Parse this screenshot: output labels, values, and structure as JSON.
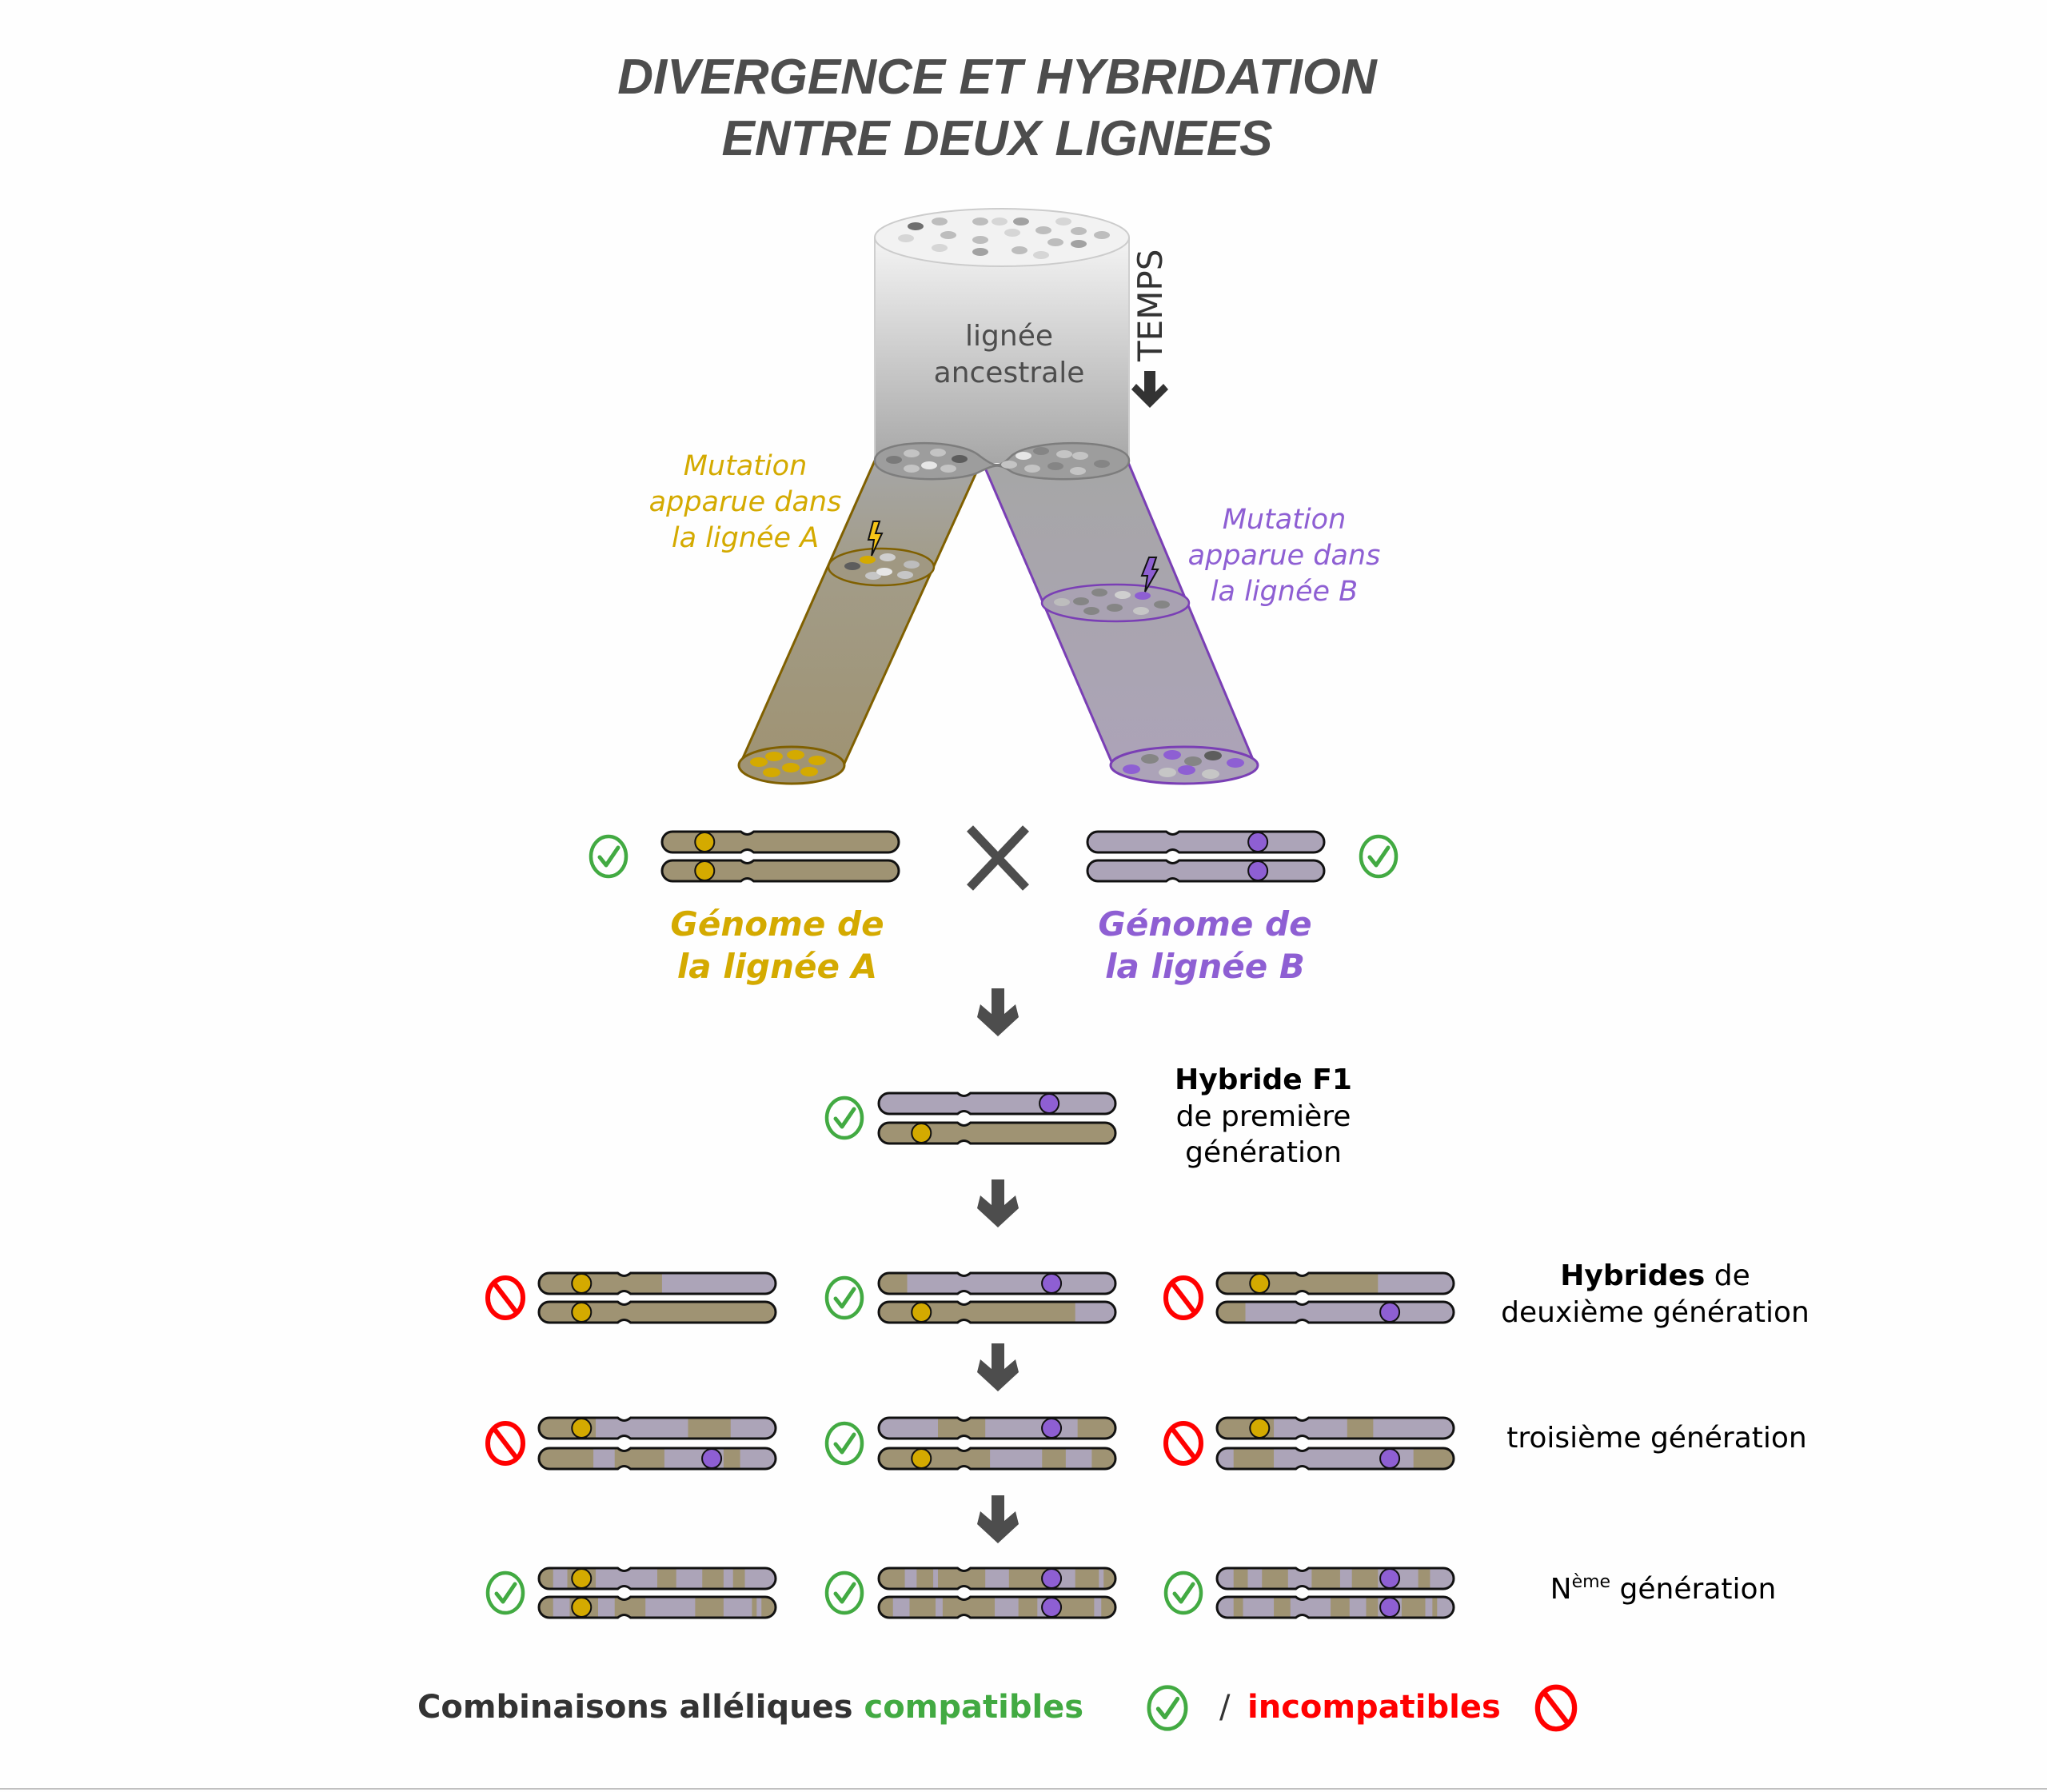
{
  "title": {
    "line1": "DIVERGENCE ET HYBRIDATION",
    "line2": "ENTRE DEUX LIGNEES"
  },
  "ancestral": {
    "label_line1": "lignée",
    "label_line2": "ancestrale",
    "time_label": "TEMPS"
  },
  "mutation_a": {
    "line1": "Mutation",
    "line2": "apparue dans",
    "line3": "la lignée A"
  },
  "mutation_b": {
    "line1": "Mutation",
    "line2": "apparue dans",
    "line3": "la lignée B"
  },
  "genome_a": {
    "line1": "Génome de",
    "line2": "la lignée A",
    "status": "compatible"
  },
  "genome_b": {
    "line1": "Génome de",
    "line2": "la lignée B",
    "status": "compatible"
  },
  "cross_symbol": "×",
  "f1": {
    "title": "Hybride F1",
    "line2": "de première",
    "line3": "génération",
    "status": "compatible"
  },
  "f2": {
    "title_bold": "Hybrides",
    "title_rest": " de",
    "line2": "deuxième génération",
    "statuses": [
      "incompatible",
      "compatible",
      "incompatible"
    ]
  },
  "f3": {
    "label": "troisième génération",
    "statuses": [
      "incompatible",
      "compatible",
      "incompatible"
    ]
  },
  "fn": {
    "label_n": "N",
    "label_sup": "ème",
    "label_rest": " génération",
    "statuses": [
      "compatible",
      "compatible",
      "compatible"
    ]
  },
  "legend": {
    "prefix": "Combinaisons alléliques ",
    "compatible": "compatibles",
    "separator": "/",
    "incompatible": "incompatibles"
  },
  "colors": {
    "lineage_a": "#d4aa00",
    "lineage_a_body": "#9f9373",
    "lineage_a_outline": "#806000",
    "lineage_b": "#8e5fd3",
    "lineage_b_body": "#aca4b8",
    "lineage_b_outline": "#7a3fb5",
    "compatible": "#42aa42",
    "incompatible": "#ff0000",
    "text_dark": "#4d4d4d"
  }
}
